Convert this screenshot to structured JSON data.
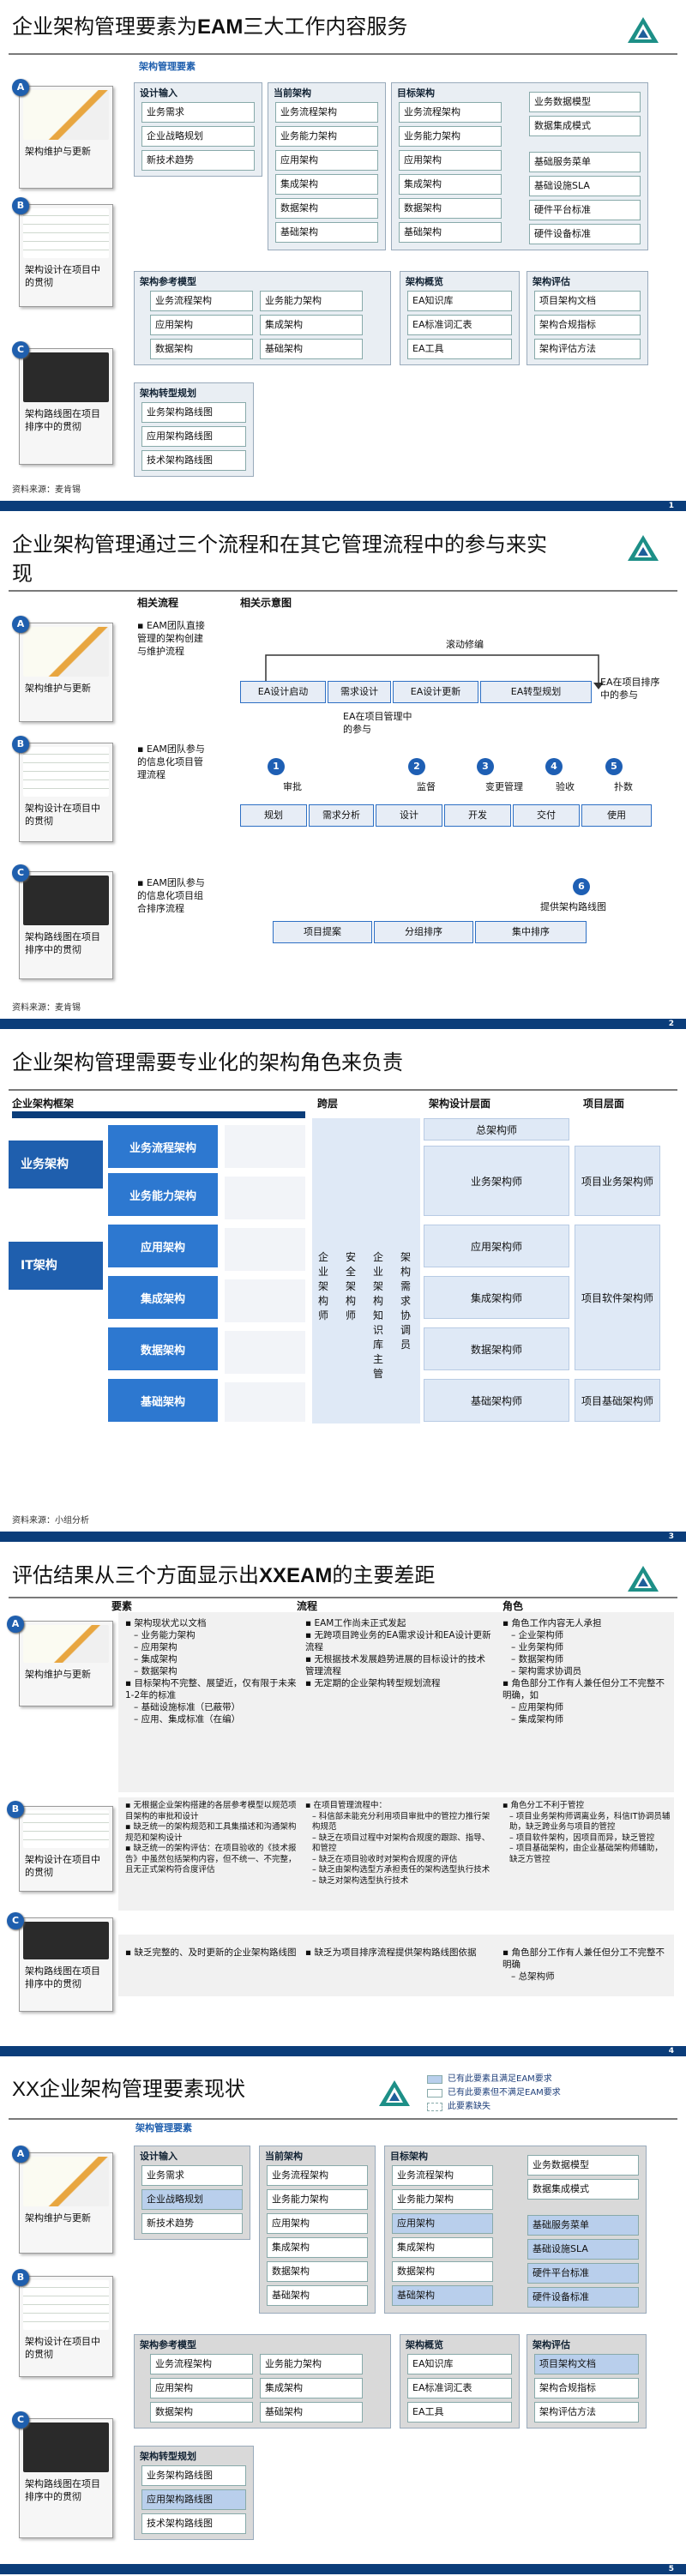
{
  "slide1": {
    "title_pre": "企业架构管理要素为",
    "title_bold": "EAM",
    "title_post": "三大工作内容服务",
    "section_label": "架构管理要素",
    "side": [
      {
        "badge": "A",
        "caption": "架构维护与更新"
      },
      {
        "badge": "B",
        "caption": "架构设计在项目中的贯彻"
      },
      {
        "badge": "C",
        "caption": "架构路线图在项目排序中的贯彻"
      }
    ],
    "groups": {
      "design_input": {
        "title": "设计输入",
        "items": [
          "业务需求",
          "企业战略规划",
          "新技术趋势"
        ]
      },
      "current_arch": {
        "title": "当前架构",
        "items": [
          "业务流程架构",
          "业务能力架构",
          "应用架构",
          "集成架构",
          "数据架构",
          "基础架构"
        ]
      },
      "target_arch": {
        "title": "目标架构",
        "items": [
          "业务流程架构",
          "业务能力架构",
          "应用架构",
          "集成架构",
          "数据架构",
          "基础架构"
        ],
        "extra": [
          "业务数据模型",
          "数据集成模式",
          "基础服务菜单",
          "基础设施SLA",
          "硬件平台标准",
          "硬件设备标准"
        ]
      },
      "reference": {
        "title": "架构参考模型",
        "items": [
          "业务流程架构",
          "业务能力架构",
          "应用架构",
          "集成架构",
          "数据架构",
          "基础架构"
        ]
      },
      "overview": {
        "title": "架构概览",
        "items": [
          "EA知识库",
          "EA标准词汇表",
          "EA工具"
        ]
      },
      "evaluation": {
        "title": "架构评估",
        "items": [
          "项目架构文档",
          "架构合规指标",
          "架构评估方法"
        ]
      },
      "transition": {
        "title": "架构转型规划",
        "items": [
          "业务架构路线图",
          "应用架构路线图",
          "技术架构路线图"
        ]
      }
    },
    "source": "资料来源：麦肯锡",
    "page": "1"
  },
  "slide2": {
    "title": "企业架构管理通过三个流程和在其它管理流程中的参与来实现",
    "col1": "相关流程",
    "col2": "相关示意图",
    "side": [
      {
        "badge": "A",
        "caption": "架构维护与更新"
      },
      {
        "badge": "B",
        "caption": "架构设计在项目中的贯彻"
      },
      {
        "badge": "C",
        "caption": "架构路线图在项目排序中的贯彻"
      }
    ],
    "bullets": [
      "EAM团队直接管理的架构创建与维护流程",
      "EAM团队参与的信息化项目管理流程",
      "EAM团队参与的信息化项目组合排序流程"
    ],
    "row_a": {
      "top_label": "滚动修编",
      "steps": [
        "EA设计启动",
        "需求设计",
        "EA设计更新",
        "EA转型规划"
      ],
      "right_label": "EA在项目排序中的参与",
      "bottom_label": "EA在项目管理中的参与"
    },
    "row_b": {
      "gates": [
        {
          "num": "1",
          "label": "审批"
        },
        {
          "num": "2",
          "label": "监督"
        },
        {
          "num": "3",
          "label": "变更管理"
        },
        {
          "num": "4",
          "label": "验收"
        },
        {
          "num": "5",
          "label": "扑数"
        }
      ],
      "steps": [
        "规划",
        "需求分析",
        "设计",
        "开发",
        "交付",
        "使用"
      ]
    },
    "row_c": {
      "gate": {
        "num": "6",
        "label": "提供架构路线图"
      },
      "steps": [
        "项目提案",
        "分组排序",
        "集中排序"
      ]
    },
    "source": "资料来源：麦肯锡",
    "page": "2"
  },
  "slide3": {
    "title": "企业架构管理需要专业化的架构角色来负责",
    "headers": [
      "企业架构框架",
      "跨层",
      "架构设计层面",
      "项目层面"
    ],
    "left_labels": [
      "业务架构",
      "IT架构"
    ],
    "arch_rows": [
      "业务流程架构",
      "业务能力架构",
      "应用架构",
      "集成架构",
      "数据架构",
      "基础架构"
    ],
    "cross_roles": [
      "企业架构师",
      "安全架构师",
      "企业架构知识库主管",
      "架构需求协调员"
    ],
    "chief": "总架构师",
    "design_roles": [
      "业务架构师",
      "应用架构师",
      "集成架构师",
      "数据架构师",
      "基础架构师"
    ],
    "project_roles": [
      "项目业务架构师",
      "项目软件架构师",
      "项目基础架构师"
    ],
    "source": "资料来源：小组分析",
    "page": "3"
  },
  "slide4": {
    "title_pre": "评估结果从三个方面显示出",
    "title_bold": "XXEAM",
    "title_post": "的主要差距",
    "col_headers": [
      "要素",
      "流程",
      "角色"
    ],
    "side": [
      {
        "badge": "A",
        "caption": "架构维护与更新"
      },
      {
        "badge": "B",
        "caption": "架构设计在项目中的贯彻"
      },
      {
        "badge": "C",
        "caption": "架构路线图在项目排序中的贯彻"
      }
    ],
    "row_a": {
      "elements": [
        "架构现状尤以文档",
        "– 业务能力架构",
        "– 应用架构",
        "– 集成架构",
        "– 数据架构",
        "目标架构不完整、展望近，仅有限于未来1-2年的标准",
        "– 基础设施标准（已蔽带）",
        "– 应用、集成标准（在编）"
      ],
      "process": [
        "EAM工作尚未正式发起",
        "无跨项目跨业务的EA需求设计和EA设计更新流程",
        "无根据技术发展趋势进展的目标设计的技术管理流程",
        "无定期的企业架构转型规划流程"
      ],
      "roles": [
        "角色工作内容无人承担",
        "– 企业架构师",
        "– 业务架构师",
        "– 数据架构师",
        "– 架构需求协调员",
        "角色部分工作有人兼任但分工不完整不明确，如",
        "– 应用架构师",
        "– 集成架构师"
      ]
    },
    "row_b": {
      "elements": [
        "无根据企业架构搭建的各层参考模型以规范项目架构的审批和设计",
        "缺乏统一的架构规范和工具集描述和沟通架构规范和架构设计",
        "缺乏统一的架构评估：在项目验收的《技术报告》中虽然包括架构内容，但不统一、不完整，且无正式架构符合度评估"
      ],
      "process": [
        "在项目管理流程中：",
        "– 科信部未能充分利用项目审批中的管控力推行架构规范",
        "– 缺乏在项目过程中对架构合规度的跟踪、指导、和管控",
        "– 缺乏在项目验收时对架构合规度的评估",
        "– 缺乏由架构选型方承担责任的架构选型执行技术",
        "– 缺乏对架构选型执行技术"
      ],
      "roles": [
        "角色分工不利于管控",
        "– 项目业务架构师调离业务，科信IT协调员辅助，缺乏跨业务与项目的管控",
        "– 项目软件架构，因项目而异，缺乏管控",
        "– 项目基础架构，由企业基础架构师辅助，缺乏方管控"
      ]
    },
    "row_c": {
      "elements": [
        "缺乏完整的、及时更新的企业架构路线图"
      ],
      "process": [
        "缺乏为项目排序流程提供架构路线图依据"
      ],
      "roles": [
        "角色部分工作有人兼任但分工不完整不明确",
        "– 总架构师"
      ]
    },
    "page": "4"
  },
  "slide5": {
    "title": "XX企业架构管理要素现状",
    "legend": [
      "已有此要素且满足EAM要求",
      "已有此要素但不满足EAM要求",
      "此要素缺失"
    ],
    "section_label": "架构管理要素",
    "side": [
      {
        "badge": "A",
        "caption": "架构维护与更新"
      },
      {
        "badge": "B",
        "caption": "架构设计在项目中的贯彻"
      },
      {
        "badge": "C",
        "caption": "架构路线图在项目排序中的贯彻"
      }
    ],
    "page": "5"
  },
  "colors": {
    "navy": "#0b3d7a",
    "blue": "#1f5fae",
    "light_blue": "#b9cfec",
    "pale": "#dfe9f6",
    "teal": "#1d8f87"
  }
}
